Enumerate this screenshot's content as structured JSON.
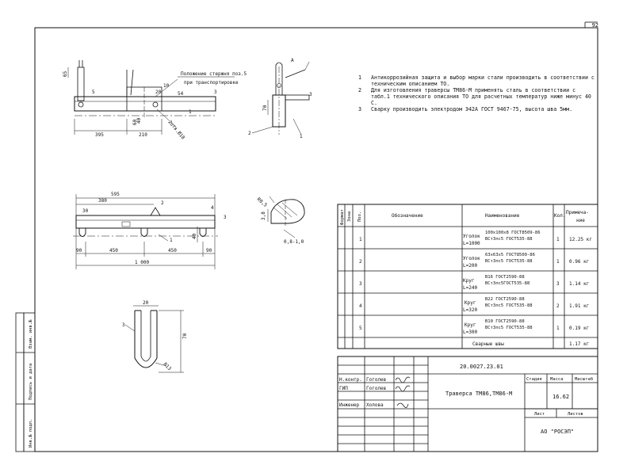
{
  "sheet_number": "92",
  "notes": [
    {
      "n": "1",
      "text": "Антикоррозийная защита и выбор марки стали производить в соответствии с техническим описанием ТО."
    },
    {
      "n": "2",
      "text": "Для изготовления траверсы ТМ86-М применять сталь в соответствии с табл.1 технического описания ТО для расчетных температур ниже минус 40 С."
    },
    {
      "n": "3",
      "text": "Сварку производить электродом Э42А ГОСТ 9467-75, высота шва 5мм."
    }
  ],
  "drawing": {
    "top_view": {
      "label1": "Положение стержня поз.5",
      "label2": "при транспортировке",
      "dims": {
        "d395": "395",
        "d210": "210",
        "d54": "54",
        "d10": "10",
        "d20": "20",
        "d40": "40",
        "d60": "60",
        "dhole": "2отв.Ø18",
        "d65": "65"
      },
      "pos": {
        "p1": "1",
        "p5": "5",
        "p3": "3"
      }
    },
    "side_view": {
      "dims": {
        "d70": "70",
        "pA": "А"
      },
      "pos": {
        "p2": "2",
        "p3": "3",
        "p1": "1"
      }
    },
    "front_view": {
      "dims": {
        "d595": "595",
        "d380": "380",
        "d30": "30",
        "d40": "40",
        "d90a": "90",
        "d450a": "450",
        "d450b": "450",
        "d90b": "90",
        "d1000": "1 000"
      },
      "pos": {
        "p2": "2",
        "p4": "4",
        "p3": "3",
        "p1": "1"
      }
    },
    "detail_a": {
      "dims": {
        "r": "R0,5",
        "h": "3,8",
        "gap": "0,8-1,0"
      }
    },
    "u_bolt": {
      "dims": {
        "d20": "20",
        "d70": "70",
        "r": "R13",
        "p3": "3"
      }
    }
  },
  "spec_table": {
    "headers": {
      "format": "Формат",
      "zone": "Зона",
      "pos": "Поз.",
      "designation": "Обозначение",
      "name": "Наименование",
      "qty": "Кол.",
      "note_a": "Примеча-",
      "note_b": "ние"
    },
    "rows": [
      {
        "pos": "1",
        "n1": "Уголок",
        "n2": "L=1000",
        "s1": "100х100х8 ГОСТ8509-86",
        "s2": "ВСт3пс5 ГОСТ535-88",
        "qty": "1",
        "note": "12.25 кг"
      },
      {
        "pos": "2",
        "n1": "Уголок",
        "n2": "L=200",
        "s1": "63х63х5 ГОСТ8509-86",
        "s2": "ВСт3пс5 ГОСТ535-88",
        "qty": "1",
        "note": "0.96 кг"
      },
      {
        "pos": "3",
        "n1": "Круг",
        "n2": "L=240",
        "s1": "В16 ГОСТ2590-88",
        "s2": "ВСт3пс5ГОСТ535-88",
        "qty": "3",
        "note": "1.14 кг"
      },
      {
        "pos": "4",
        "n1": "Круг",
        "n2": "L=320",
        "s1": "В22 ГОСТ2590-88",
        "s2": "ВСт3пс5 ГОСТ535-88",
        "qty": "2",
        "note": "1.91 кг"
      },
      {
        "pos": "5",
        "n1": "Круг",
        "n2": "L=300",
        "s1": "В10 ГОСТ2590-88",
        "s2": "ВСт3пс5 ГОСТ535-88",
        "qty": "1",
        "note": "0.19 кг"
      }
    ],
    "welds_label": "Сварные швы",
    "welds_mass": "1.17 кг"
  },
  "title_block": {
    "code": "20.0027.23.01",
    "title": "Траверса ТМ86,ТМ86-М",
    "stage_label": "Стадия",
    "mass_label": "Масса",
    "scale_label": "Масштаб",
    "mass": "16.62",
    "sheet_label": "Лист",
    "sheets_label": "Листов",
    "org": "АО \"РОСЭП\"",
    "people": [
      {
        "role": "Н.контр.",
        "name": "Гоголев"
      },
      {
        "role": "ГИП",
        "name": "Гоголев"
      },
      {
        "role": "Инженер",
        "name": "Холова"
      }
    ]
  },
  "side_stamp": [
    "Взам. инв.№",
    "Подпись и дата",
    "Инв.№ подл."
  ]
}
